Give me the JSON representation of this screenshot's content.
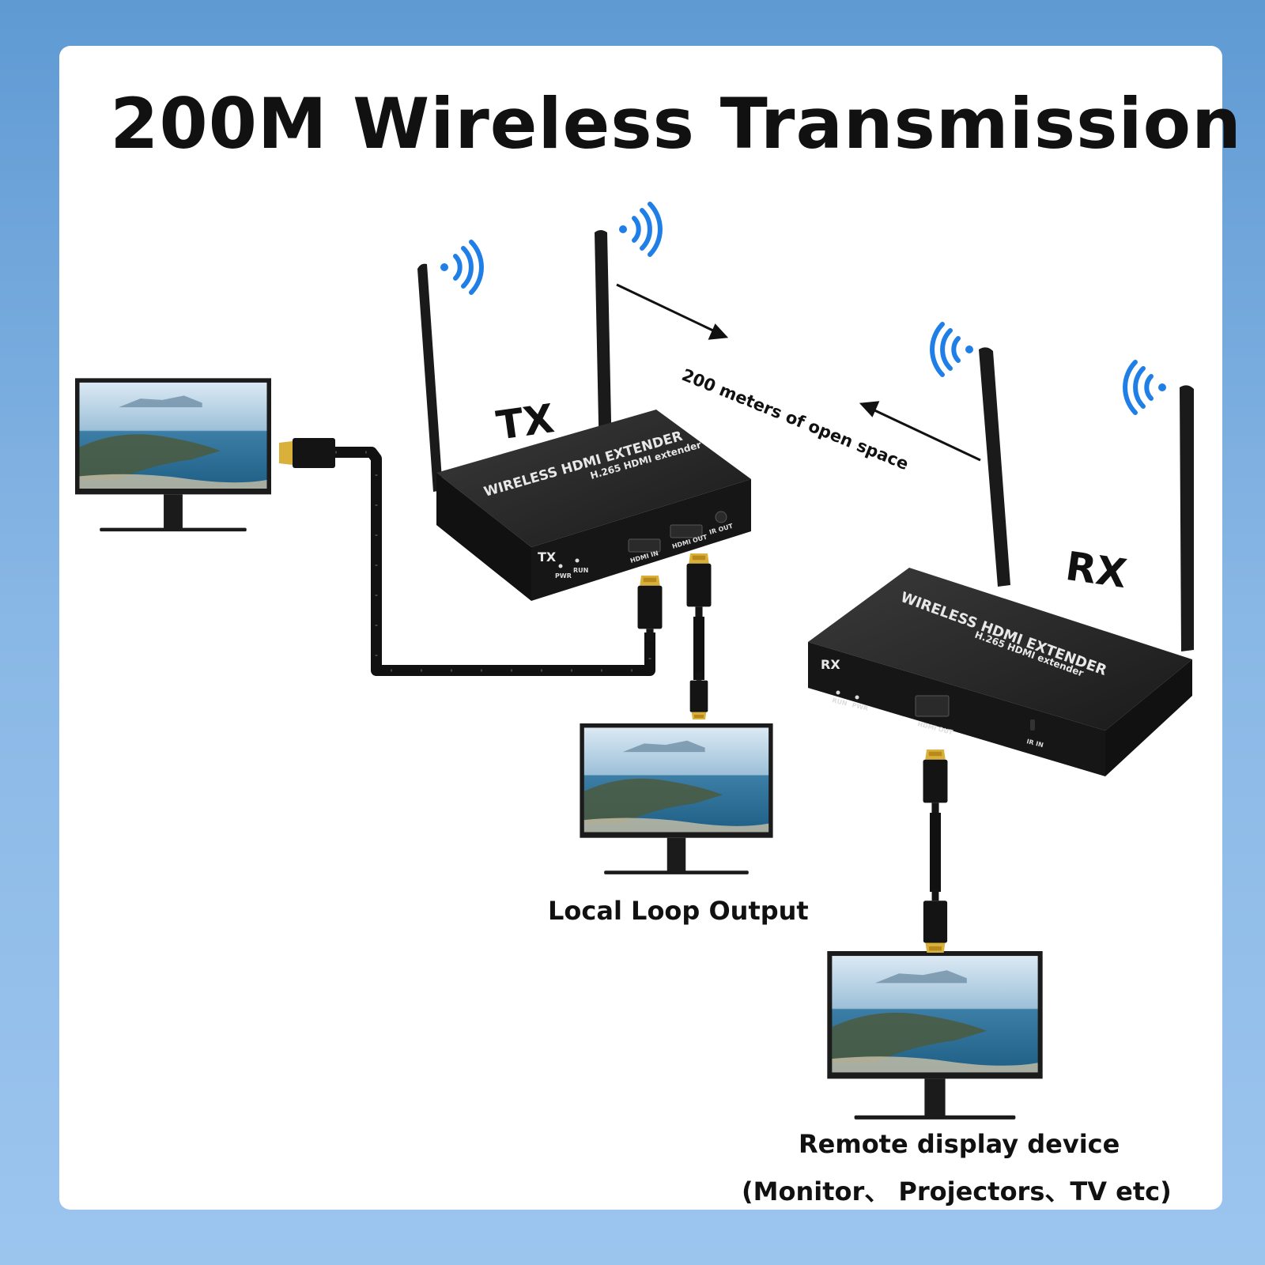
{
  "title": "200M Wireless Transmission",
  "distance_label": "200 meters of open space",
  "tx_label": "TX",
  "rx_label": "RX",
  "tx_device": {
    "name": "WIRELESS HDMI EXTENDER",
    "subtitle": "H.265 HDMI extender",
    "badge": "TX",
    "ports": [
      "HDMI IN",
      "HDMI OUT",
      "IR OUT"
    ],
    "leds": [
      "PWR",
      "RUN"
    ]
  },
  "rx_device": {
    "name": "WIRELESS HDMI EXTENDER",
    "subtitle": "H.265 HDMI extender",
    "badge": "RX",
    "ports": [
      "HDMI OUT",
      "IR IN"
    ],
    "leds": [
      "RUN",
      "PWR"
    ]
  },
  "local_output_label": "Local Loop Output",
  "remote_label_line1": "Remote display device",
  "remote_label_line2": "(Monitor、 Projectors、TV etc)",
  "icons": [
    "wifi-signal-icon",
    "monitor-icon",
    "hdmi-cable-icon",
    "antenna-icon"
  ],
  "colors": {
    "signal": "#1f7fe6",
    "device": "#1c1c1c",
    "background": "#6fa6dd"
  }
}
